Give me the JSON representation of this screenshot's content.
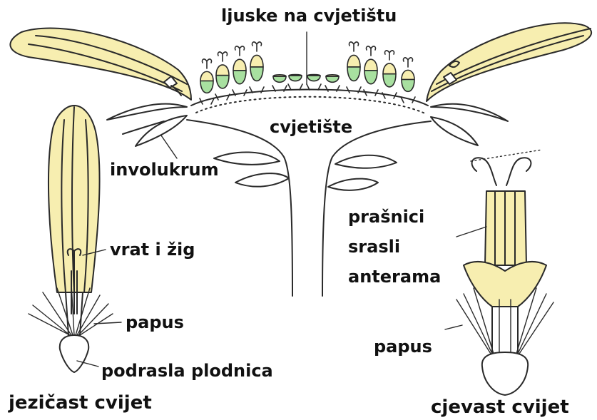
{
  "labels": {
    "ljuske": "ljuske na cvjetištu",
    "cvjetiste": "cvjetište",
    "involukrum": "involukrum",
    "vrat_zig": "vrat i žig",
    "papus_left": "papus",
    "plodnica": "podrasla plodnica",
    "jezicast": "jezičast cvijet",
    "prasnici_1": "prašnici",
    "prasnici_2": "srasli",
    "prasnici_3": "anterama",
    "papus_right": "papus",
    "cjevast": "cjevast cvijet"
  },
  "colors": {
    "petal_fill": "#f7eeb0",
    "floret_green": "#a8e0a0",
    "outline": "#2a2a2a",
    "background": "#ffffff"
  }
}
